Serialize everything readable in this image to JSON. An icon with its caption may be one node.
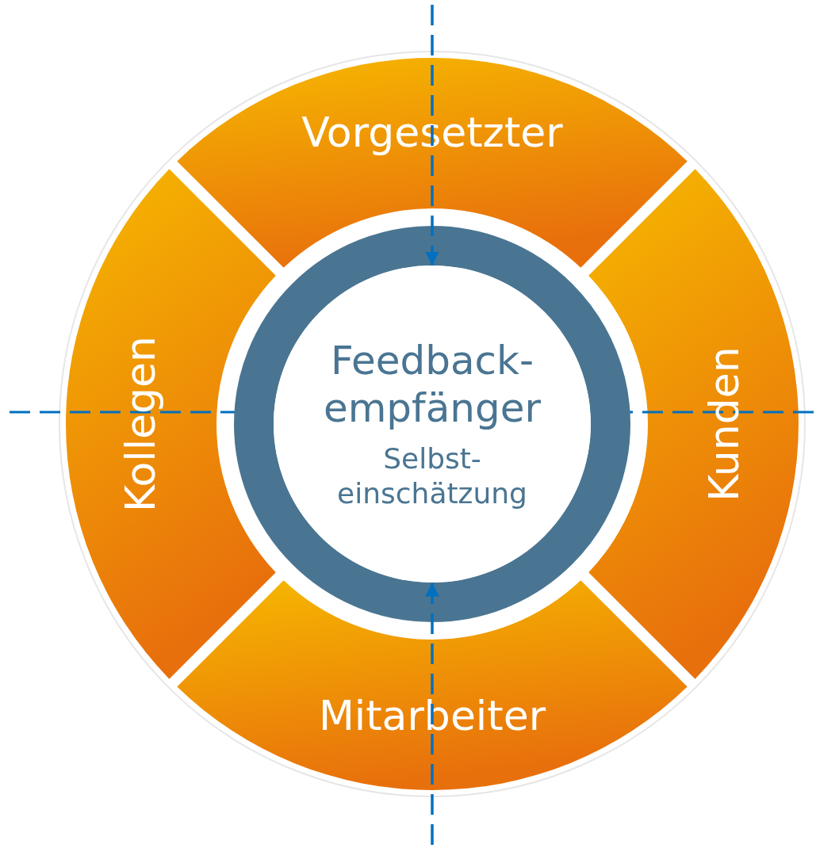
{
  "diagram": {
    "nodes": [
      {
        "text": [
          "Vorgesetzter"
        ]
      },
      {
        "text": [
          "Kollegen"
        ]
      },
      {
        "text": [
          "Kunden"
        ]
      },
      {
        "text": [
          "Mitarbeiter"
        ]
      },
      {
        "text": [
          "Feedback- empfänger",
          "Selbst- einschätzung"
        ]
      }
    ],
    "edges": [
      {
        "from": null,
        "to": 4,
        "arrow": "to",
        "style": "dashed",
        "color": "#0070c0"
      },
      {
        "from": null,
        "to": 4,
        "arrow": "to",
        "style": "dashed",
        "color": "#0070c0"
      }
    ]
  }
}
